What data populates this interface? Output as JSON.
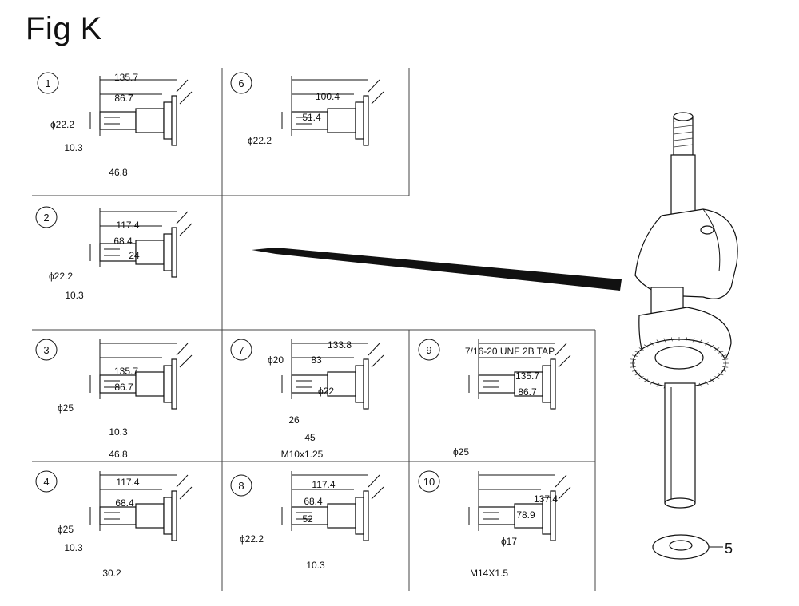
{
  "title": "Fig K",
  "callout_label": "5",
  "panels": [
    {
      "num": "1",
      "dims": [
        "135.7",
        "86.7",
        "ϕ22.2",
        "10.3",
        "46.8"
      ]
    },
    {
      "num": "6",
      "dims": [
        "100.4",
        "51.4",
        "ϕ22.2"
      ]
    },
    {
      "num": "2",
      "dims": [
        "117.4",
        "68.4",
        "24",
        "ϕ22.2",
        "10.3"
      ]
    },
    {
      "num": "3",
      "dims": [
        "135.7",
        "86.7",
        "ϕ25",
        "10.3",
        "46.8"
      ]
    },
    {
      "num": "7",
      "dims": [
        "133.8",
        "83",
        "ϕ20",
        "ϕ22",
        "26",
        "45",
        "M10x1.25"
      ]
    },
    {
      "num": "9",
      "dims": [
        "7/16-20 UNF 2B TAP",
        "135.7",
        "86.7",
        "ϕ25"
      ]
    },
    {
      "num": "4",
      "dims": [
        "117.4",
        "68.4",
        "ϕ25",
        "10.3",
        "30.2"
      ]
    },
    {
      "num": "8",
      "dims": [
        "117.4",
        "68.4",
        "52",
        "ϕ22.2",
        "10.3"
      ]
    },
    {
      "num": "10",
      "dims": [
        "137.4",
        "78.9",
        "ϕ17",
        "M14X1.5"
      ]
    }
  ]
}
